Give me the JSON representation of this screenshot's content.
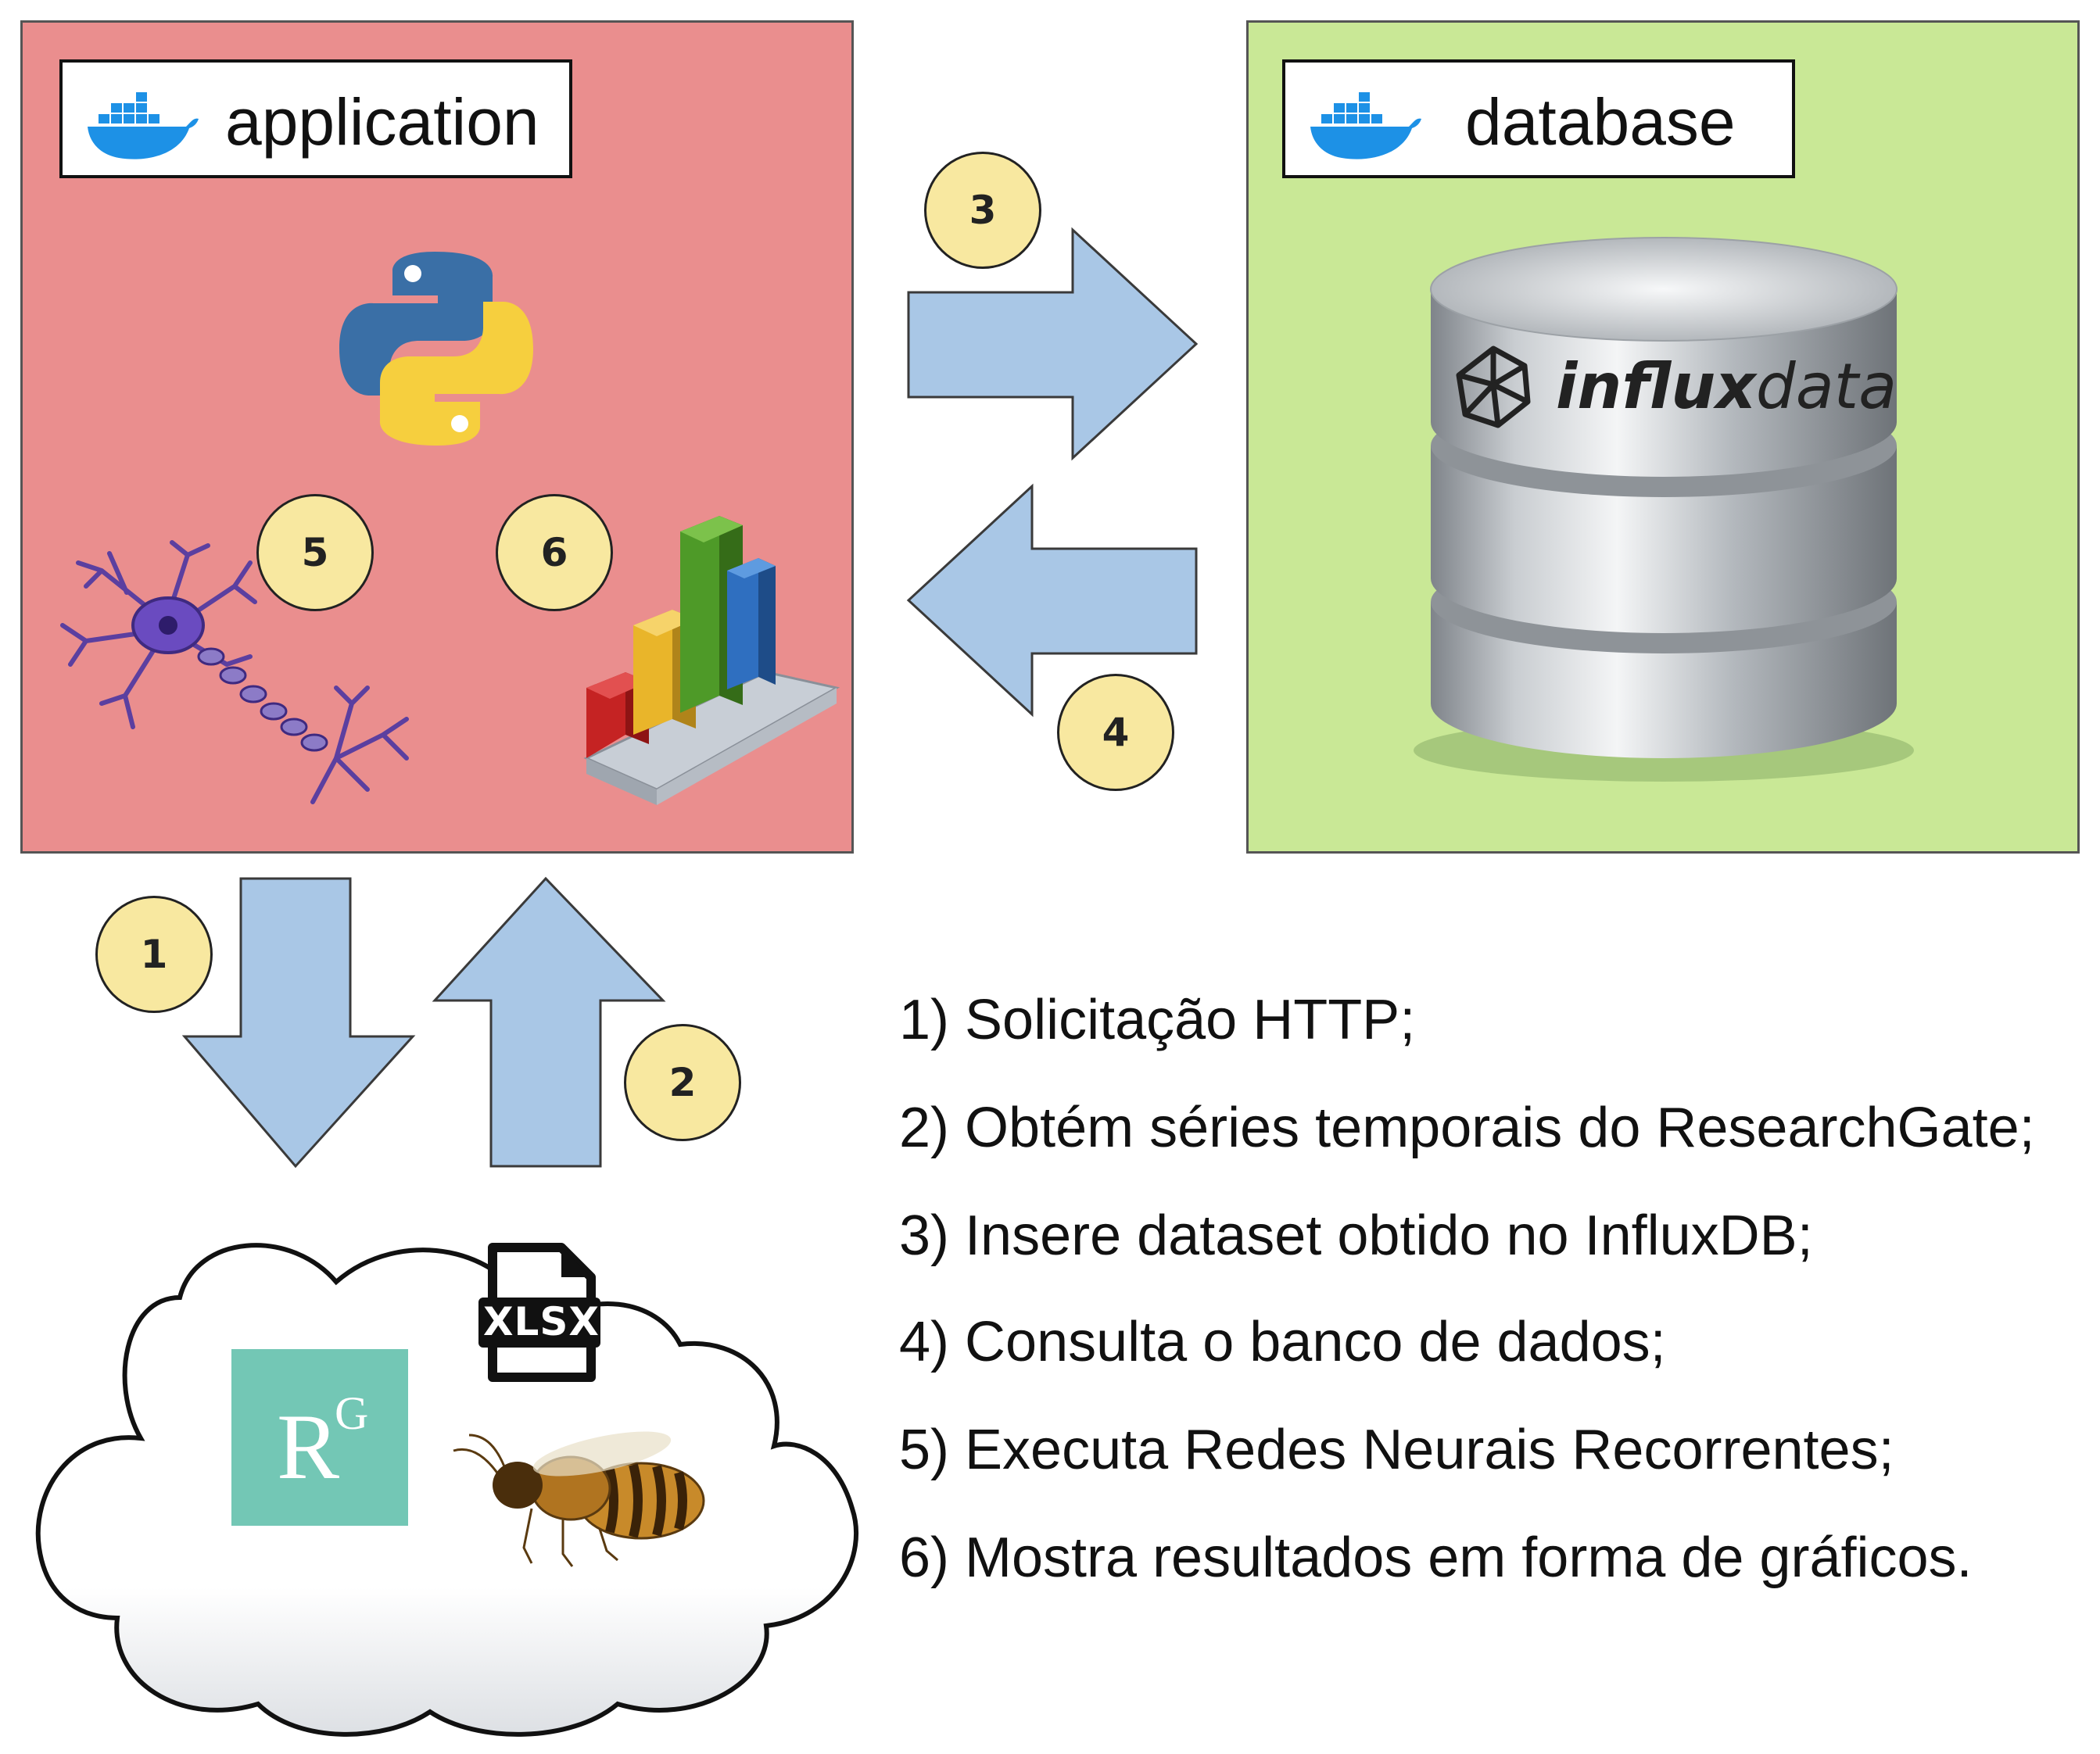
{
  "application": {
    "label": "application",
    "color": "#EA8E8E",
    "icons": [
      "docker-icon",
      "python-icon",
      "neuron-icon",
      "bar-chart-icon"
    ]
  },
  "database": {
    "label": "database",
    "color": "#C9E896",
    "logo_text_bold": "influx",
    "logo_text_light": "data",
    "icons": [
      "docker-icon",
      "database-cylinder-icon",
      "influxdata-logo-icon"
    ]
  },
  "arrows": {
    "color": "#A9C7E6"
  },
  "steps": [
    "1",
    "2",
    "3",
    "4",
    "5",
    "6"
  ],
  "badge_color": "#F8E8A0",
  "cloud": {
    "icons": [
      "researchgate-icon",
      "xlsx-file-icon",
      "bee-icon"
    ],
    "researchgate": {
      "letter": "R",
      "superscript": "G",
      "color": "#73C7B5"
    },
    "xlsx_label": "XLSX"
  },
  "legend": [
    "1) Solicitação HTTP;",
    "2) Obtém séries temporais do ResearchGate;",
    "3) Insere dataset obtido no InfluxDB;",
    "4) Consulta o banco de dados;",
    "5) Executa Redes Neurais Recorrentes;",
    "6) Mostra resultados em forma de gráficos."
  ]
}
